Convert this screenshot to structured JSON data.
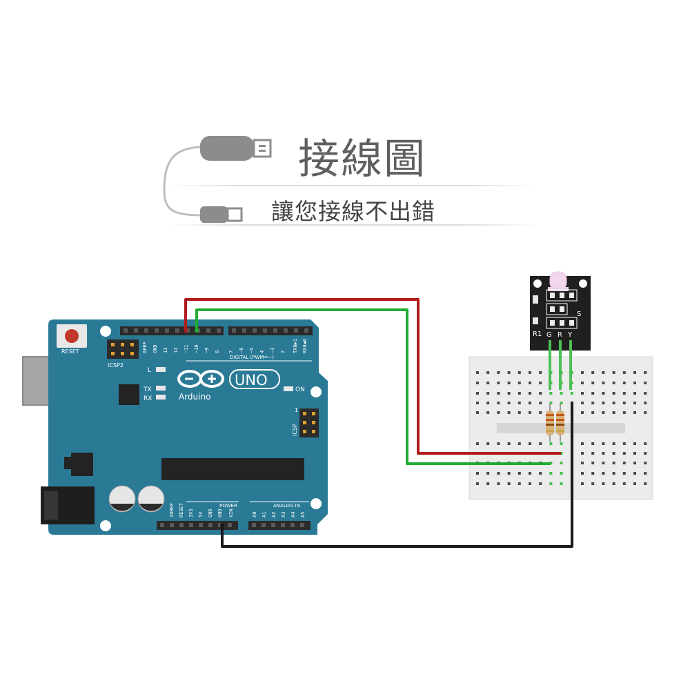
{
  "header": {
    "title": "接線圖",
    "subtitle": "讓您接線不出錯"
  },
  "board": {
    "reset_label": "RESET",
    "icsp2_label": "ICSP2",
    "icsp_label": "ICSP",
    "digital_label": "DIGITAL (PWM=~)",
    "power_label": "POWER",
    "analog_label": "ANALOG IN",
    "uno_label": "UNO",
    "brand_label": "Arduino",
    "led_l": "L",
    "led_tx": "TX",
    "led_rx": "RX",
    "led_on": "ON",
    "icsp_pin1": "1",
    "top_pins": [
      "AREF",
      "GND",
      "13",
      "12",
      "~11",
      "~10",
      "~9",
      "8",
      "7",
      "~6",
      "~5",
      "4",
      "~3",
      "2",
      "TX0▶1",
      "RX0◀0"
    ],
    "bottom_pins": [
      "IOREF",
      "RESET",
      "3V3",
      "5V",
      "GND",
      "GND",
      "VIN",
      "A0",
      "A1",
      "A2",
      "A3",
      "A4",
      "A5"
    ]
  },
  "module": {
    "pin_g": "G",
    "pin_r": "R",
    "pin_y": "Y",
    "label_r1": "R1",
    "label_s": "S"
  },
  "colors": {
    "board": "#2a7a96",
    "wire_red": "#b01c1c",
    "wire_green": "#22aa33",
    "wire_black": "#1a1a1a"
  }
}
